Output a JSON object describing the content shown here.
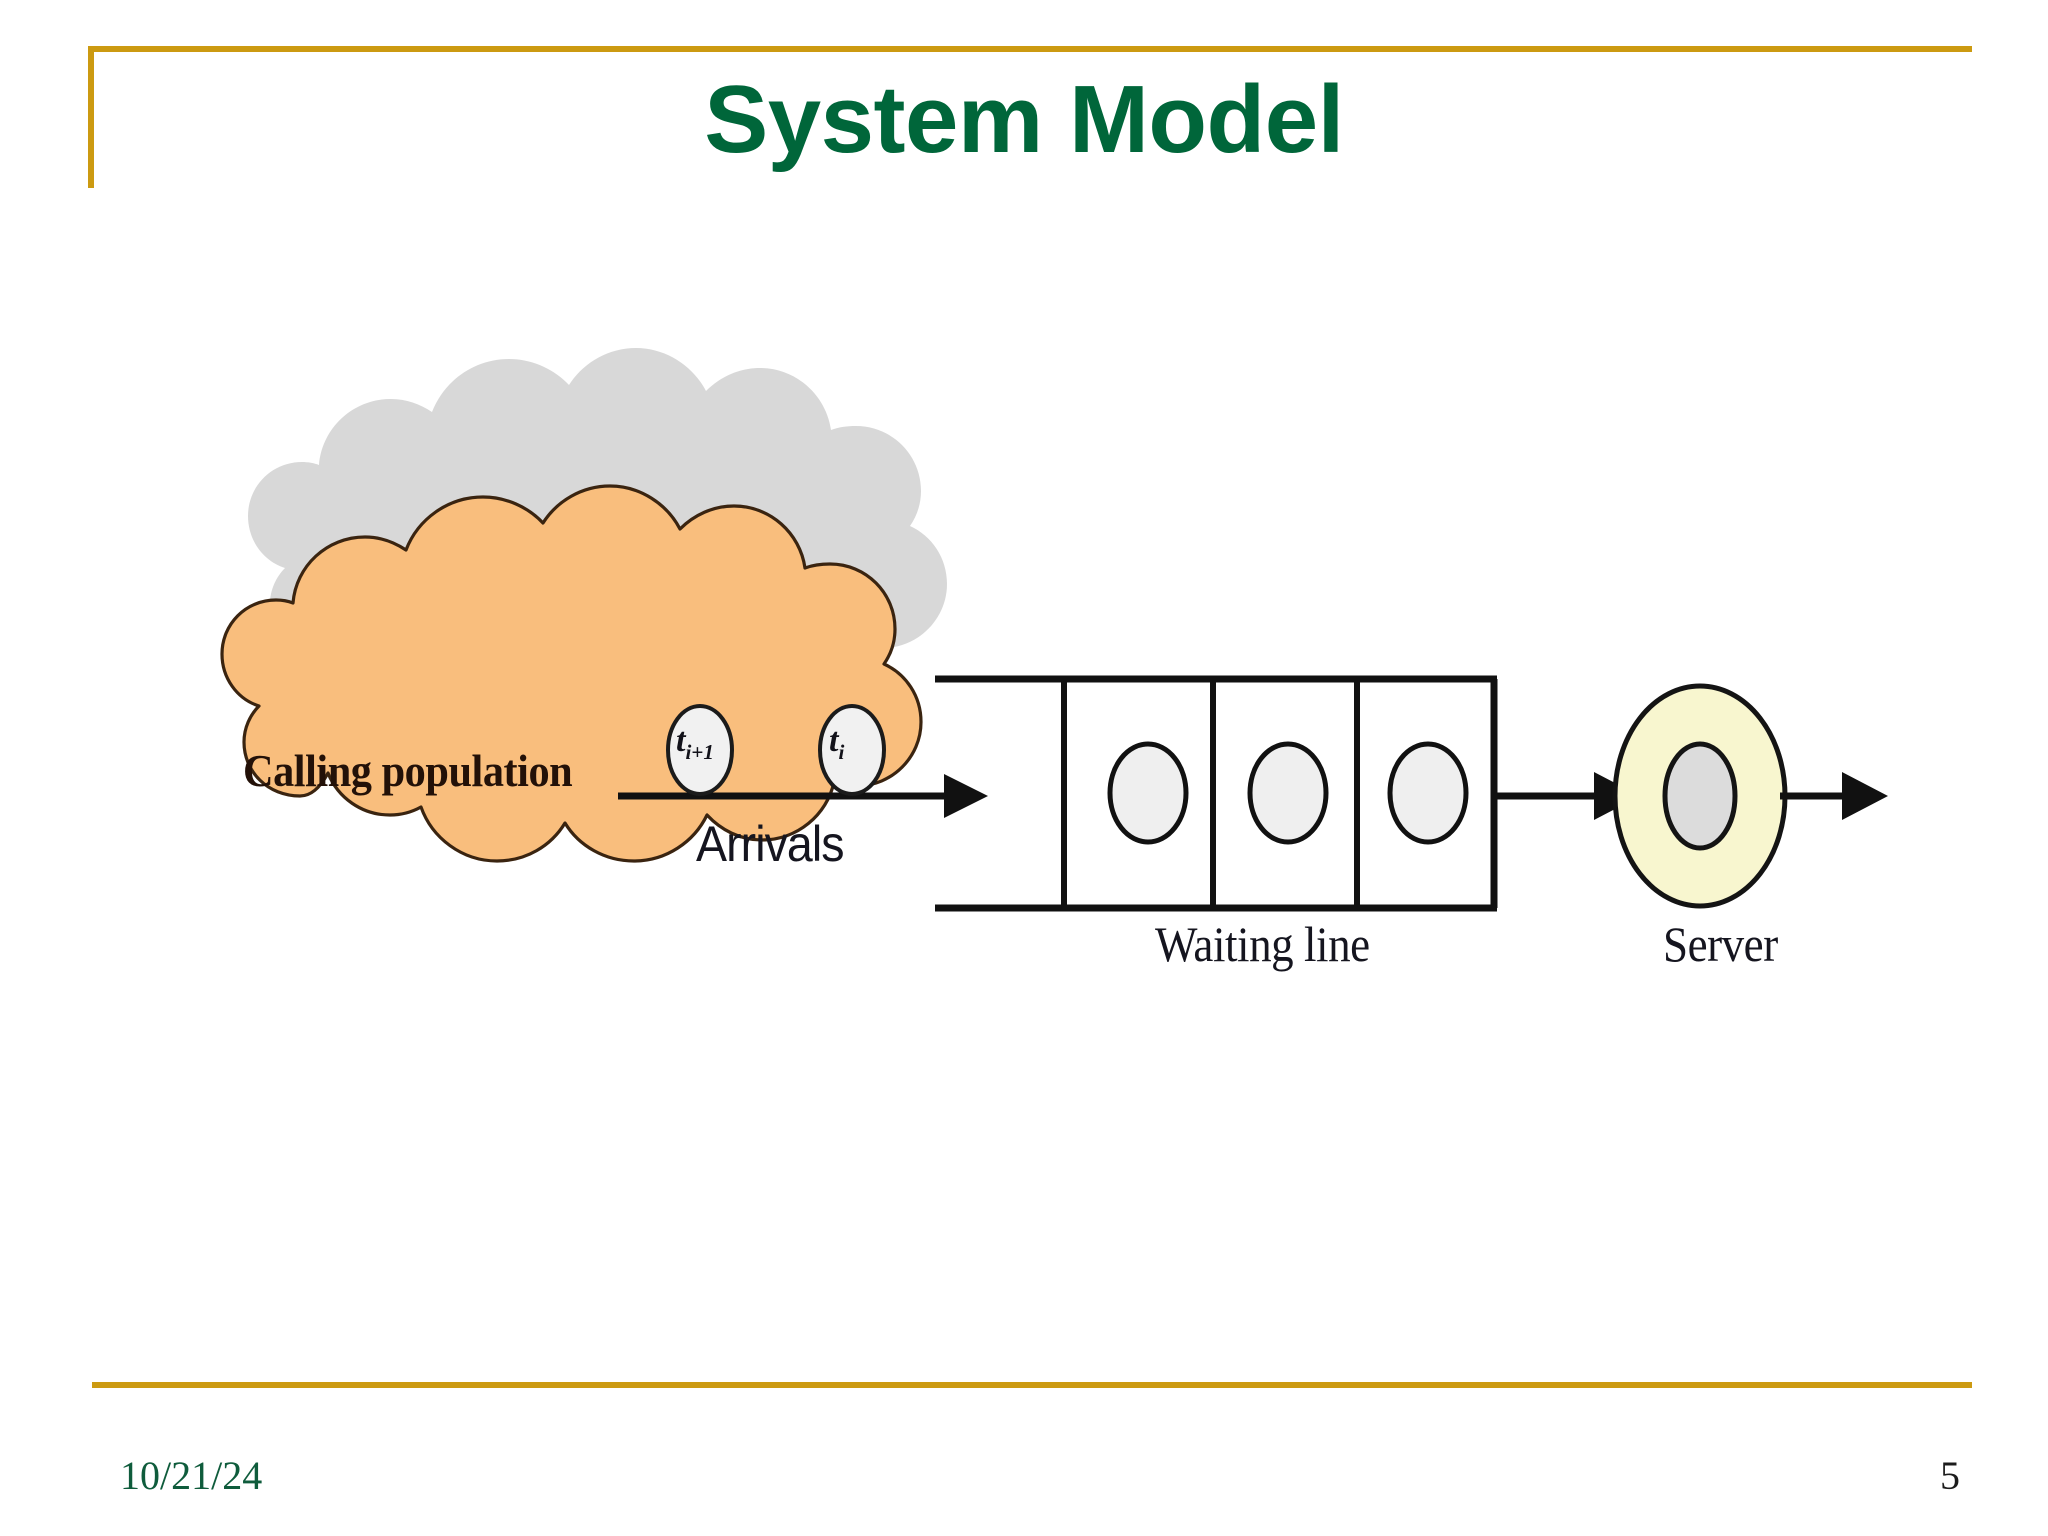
{
  "slide": {
    "title": "System Model",
    "title_color": "#00663a",
    "accent_rule_color": "#cc9a11",
    "background": "#ffffff"
  },
  "diagram": {
    "name": "queueing-system-model",
    "source_node": {
      "shape": "cloud",
      "label": "Calling population",
      "fill": "#f9be7d",
      "stroke": "#3a2410",
      "shadow": "#b9b9b9"
    },
    "arrivals": {
      "label": "Arrivals",
      "tokens": [
        {
          "base": "t",
          "sub": "i+1"
        },
        {
          "base": "t",
          "sub": "i"
        }
      ],
      "token_fill": "#f1f1f1",
      "token_stroke": "#1b1b1b",
      "arrow_color": "#111111"
    },
    "queue": {
      "label": "Waiting line",
      "slot_count": 3,
      "customers_waiting": 3,
      "customer_fill": "#efefef",
      "customer_stroke": "#111111",
      "channel_stroke": "#111111"
    },
    "server": {
      "label": "Server",
      "outer_fill": "#f8f6cf",
      "inner_fill": "#dcdcdc",
      "stroke": "#141414"
    },
    "departure_arrow_color": "#111111"
  },
  "footer": {
    "date": "10/21/24",
    "date_color": "#0f5c3c",
    "page_number": "5",
    "page_color": "#1c1c1c"
  }
}
